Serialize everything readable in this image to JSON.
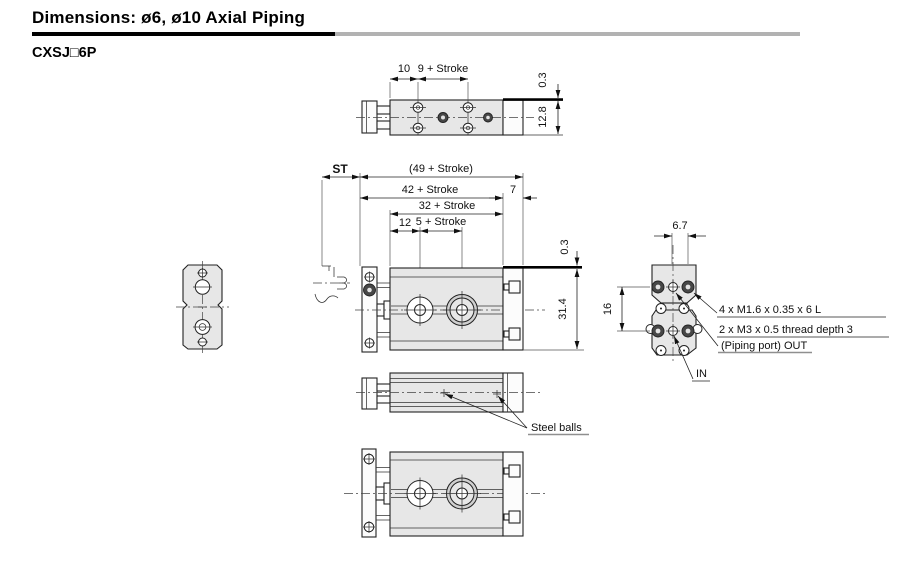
{
  "header": {
    "title": "Dimensions: ø6, ø10 Axial Piping",
    "model": "CXSJ□6P"
  },
  "top_view": {
    "dim_hole_offset": "10",
    "dim_hole_pitch": "9 + Stroke",
    "dim_table_step": "0.3",
    "dim_height": "12.8"
  },
  "front_view": {
    "dim_stroke": "ST",
    "dim_overall": "(49 + Stroke)",
    "dim_body_length": "42 + Stroke",
    "dim_end_block": "7",
    "dim_table_length": "32 + Stroke",
    "dim_first_boss": "12",
    "dim_boss_pitch": "5 + Stroke",
    "dim_table_step": "0.3",
    "dim_height": "31.4"
  },
  "end_view": {
    "dim_thread_pitch": "6.7",
    "dim_port_pitch": "16",
    "callout_thread": "4 x M1.6 x 0.35 x 6 L",
    "callout_port_thread": "2 x M3 x 0.5 thread depth 3",
    "callout_port_out": "(Piping port) OUT",
    "callout_port_in": "IN"
  },
  "section_view": {
    "callout_steel_balls": "Steel balls"
  },
  "colors": {
    "body_fill": "#e7e7e7",
    "line": "#1a1a1a",
    "callout_underline": "#8f8f8f"
  }
}
